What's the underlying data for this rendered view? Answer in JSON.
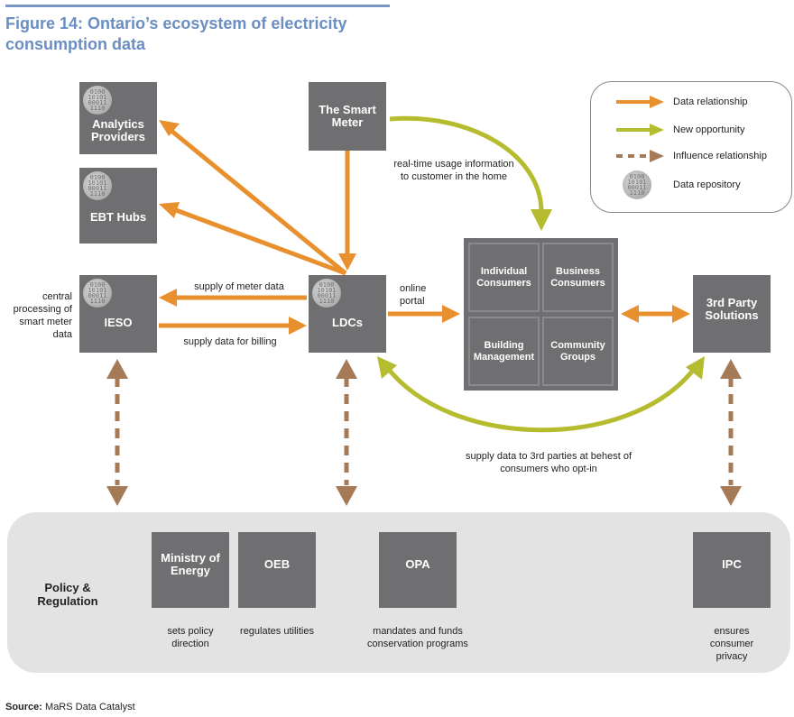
{
  "title": "Figure 14: Ontario’s ecosystem of electricity consumption data",
  "nodes": {
    "analytics": "Analytics Providers",
    "ebt": "EBT Hubs",
    "smart_meter": "The Smart Meter",
    "ieso": "IESO",
    "ldcs": "LDCs",
    "individual": "Individual Consumers",
    "business": "Business Consumers",
    "building": "Building Management",
    "community": "Community Groups",
    "third_party": "3rd Party Solutions",
    "ministry": "Ministry of Energy",
    "oeb": "OEB",
    "opa": "OPA",
    "ipc": "IPC",
    "policy": "Policy & Regulation"
  },
  "labels": {
    "realtime": "real-time usage information to customer in the home",
    "central": "central processing of smart meter data",
    "supply_meter": "supply of meter data",
    "supply_billing": "supply data for billing",
    "online_portal": "online portal",
    "supply_third": "supply data to 3rd parties at behest of consumers who opt-in",
    "sets_policy": "sets policy direction",
    "regulates": "regulates utilities",
    "mandates": "mandates and funds conservation programs",
    "ensures": "ensures consumer privacy"
  },
  "legend": {
    "data_relationship": "Data relationship",
    "new_opportunity": "New opportunity",
    "influence": "Influence relationship",
    "repository": "Data repository"
  },
  "colors": {
    "data": "#e8902e",
    "opportunity": "#b6bc2f",
    "influence": "#a57b57",
    "box": "#6f6f71",
    "title": "#6b8ec2"
  },
  "source": {
    "label": "Source:",
    "text": "MaRS Data Catalyst"
  }
}
